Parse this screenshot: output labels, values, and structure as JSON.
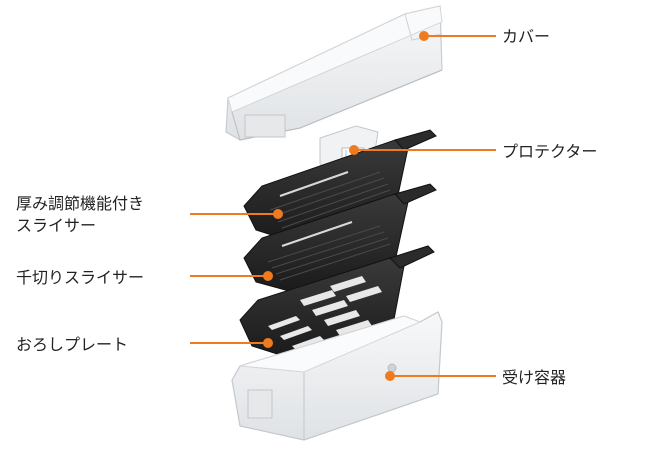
{
  "labels": {
    "cover": "カバー",
    "protector": "プロテクター",
    "adjustable_slicer_line1": "厚み調節機能付き",
    "adjustable_slicer_line2": "スライサー",
    "julienne_slicer": "千切りスライサー",
    "grater_plate": "おろしプレート",
    "container": "受け容器"
  },
  "colors": {
    "leader": "#f07a1f",
    "plate": "#2b2b2b",
    "plate_dark": "#161616",
    "clear_plastic": "#eef0f2",
    "clear_edge": "#c9ccd0",
    "text": "#222222"
  }
}
